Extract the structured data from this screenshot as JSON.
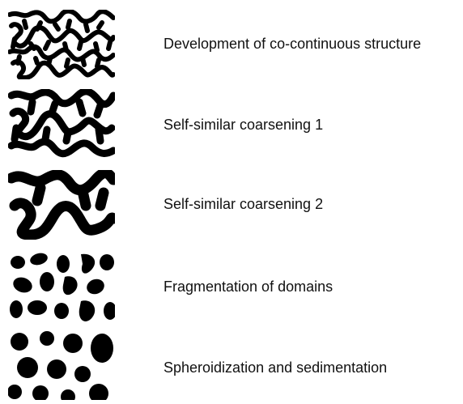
{
  "stages": [
    {
      "label": "Development of co-continuous structure",
      "pattern": "fine-co-continuous"
    },
    {
      "label": "Self-similar coarsening 1",
      "pattern": "medium-co-continuous"
    },
    {
      "label": "Self-similar coarsening 2",
      "pattern": "coarse-co-continuous"
    },
    {
      "label": "Fragmentation of domains",
      "pattern": "fragmented-domains"
    },
    {
      "label": "Spheroidization and sedimentation",
      "pattern": "spheroidal-droplets"
    }
  ],
  "colors": {
    "phase_dark": "#000000",
    "phase_light": "#ffffff",
    "text": "#111111"
  }
}
